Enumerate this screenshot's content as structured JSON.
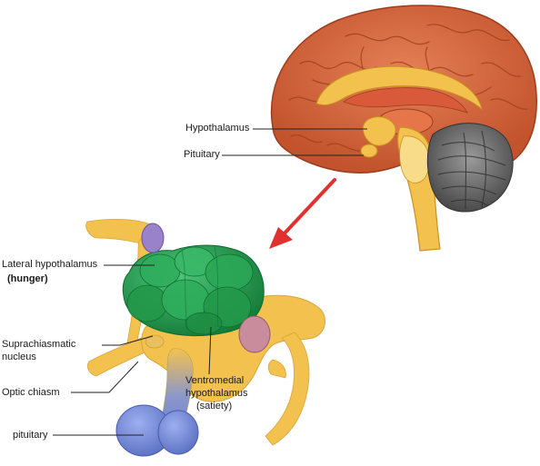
{
  "labels": {
    "hypothalamus": "Hypothalamus",
    "pituitary_top": "Pituitary",
    "lateral_hypothalamus": "Lateral hypothalamus",
    "hunger": "(hunger)",
    "suprachiasmatic": "Suprachiasmatic",
    "nucleus": "nucleus",
    "optic_chiasm": "Optic chiasm",
    "pituitary_bottom": "pituitary",
    "ventromedial": "Ventromedial",
    "hypothalamus_vm": "hypothalamus",
    "satiety": "(satiety)"
  },
  "colors": {
    "cortex": "#d2643a",
    "cortex_dark": "#9c3d1d",
    "yellow": "#f2c14e",
    "yellow_light": "#f8dc8a",
    "green": "#1f9e4d",
    "green_dark": "#137a37",
    "purple": "#9a82c8",
    "blue": "#6f86d2",
    "pink": "#c98c9c",
    "cerebellum": "#6e6e6e",
    "arrow": "#e0312f"
  },
  "icons": {
    "zoom_arrow": "red-arrow-icon"
  }
}
